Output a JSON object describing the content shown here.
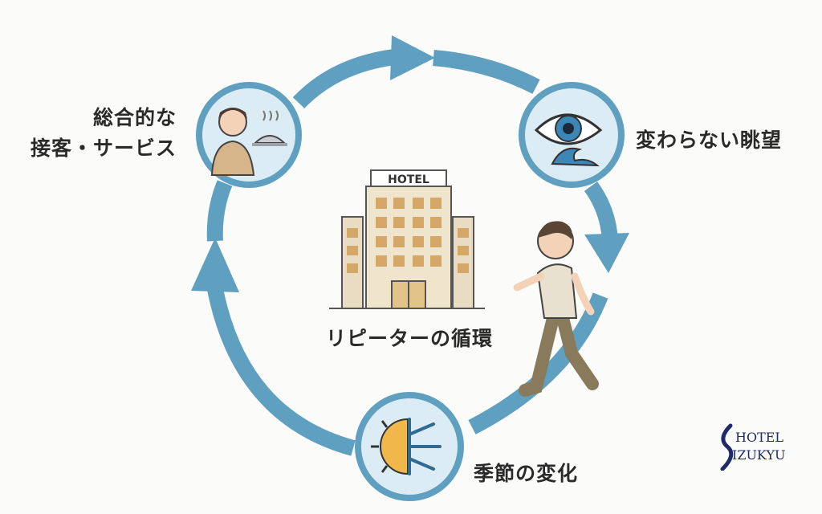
{
  "center_title": "リピーターの循環",
  "nodes": {
    "service": {
      "line1": "総合的な",
      "line2": "接客・サービス",
      "icon": "staff-with-cloche-icon"
    },
    "view": {
      "label": "変わらない眺望",
      "icon": "eye-and-wave-icon"
    },
    "season": {
      "label": "季節の変化",
      "icon": "sun-and-snowflake-icon"
    }
  },
  "hotel_sign": "HOTEL",
  "logo": {
    "line1": "HOTEL",
    "line2": "IZUKYU"
  },
  "colors": {
    "arrow": "#5f9fbf",
    "circle_fill": "#dcecf4",
    "building": "#e8dcc2",
    "text": "#2a2a2a"
  }
}
